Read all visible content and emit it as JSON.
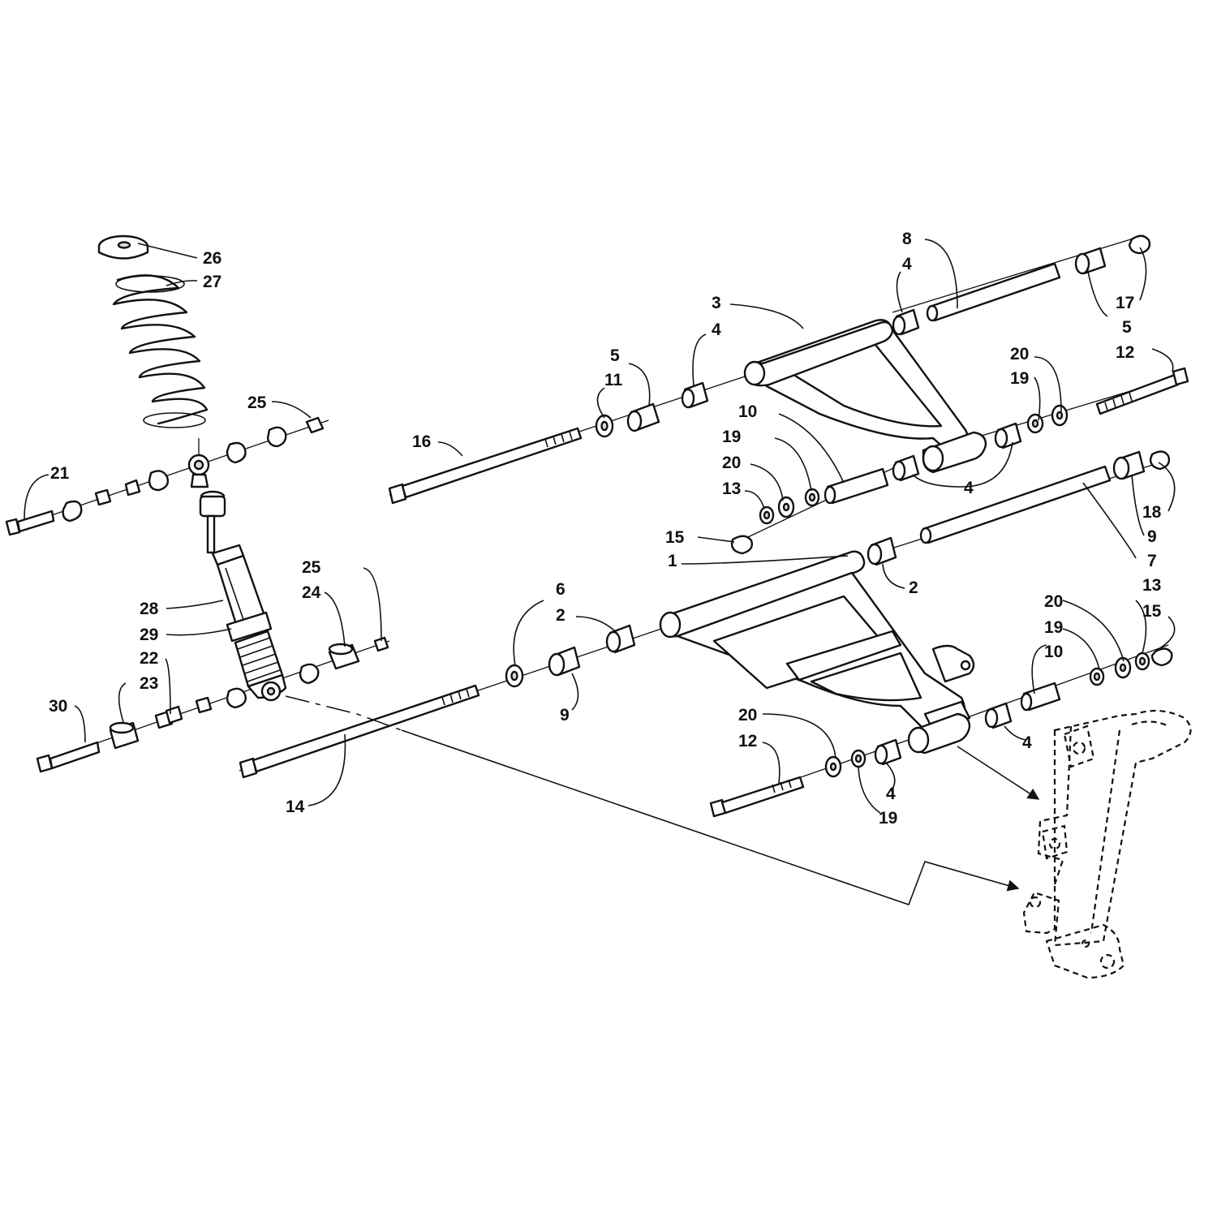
{
  "callouts": {
    "c26": "26",
    "c27": "27",
    "c25a": "25",
    "c21": "21",
    "c28": "28",
    "c29": "29",
    "c25b": "25",
    "c24": "24",
    "c22": "22",
    "c23": "23",
    "c30": "30",
    "c14": "14",
    "c16": "16",
    "c5a": "5",
    "c11": "11",
    "c4a": "4",
    "c3": "3",
    "c8": "8",
    "c4b": "4",
    "c17": "17",
    "c5b": "5",
    "c12a": "12",
    "c20a": "20",
    "c19a": "19",
    "c10a": "10",
    "c19b": "19",
    "c20b": "20",
    "c13a": "13",
    "c15a": "15",
    "c4c": "4",
    "c18": "18",
    "c9a": "9",
    "c7": "7",
    "c1": "1",
    "c2a": "2",
    "c6": "6",
    "c2b": "2",
    "c9b": "9",
    "c20c": "20",
    "c19c": "19",
    "c10b": "10",
    "c13b": "13",
    "c15b": "15",
    "c4d": "4",
    "c20d": "20",
    "c12b": "12",
    "c4e": "4",
    "c19d": "19"
  },
  "icons": {
    "upper_a_arm": "upper-a-arm-icon",
    "lower_a_arm": "lower-a-arm-icon",
    "shock_absorber": "shock-absorber-icon",
    "coil_spring": "coil-spring-icon",
    "spindle": "spindle-icon"
  }
}
